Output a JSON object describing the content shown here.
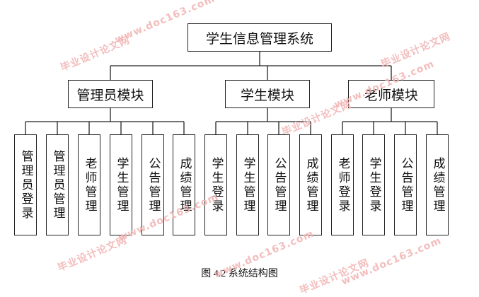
{
  "root": "学生信息管理系统",
  "modules": [
    {
      "title": "管理员模块",
      "children": [
        "管理员登录",
        "管理员管理",
        "老师管理",
        "学生管理",
        "公告管理",
        "成绩管理"
      ]
    },
    {
      "title": "学生模块",
      "children": [
        "学生登录",
        "学生管理",
        "公告管理",
        "成绩管理"
      ]
    },
    {
      "title": "老师模块",
      "children": [
        "老师登录",
        "学生登录",
        "公告管理",
        "成绩管理"
      ]
    }
  ],
  "caption": "图 4.2 系统结构图",
  "watermarks": [
    "毕业设计论文网",
    "www.doc163.com",
    "毕业设计论文网",
    "www.doc163.com",
    "毕业设计论文网",
    "www.doc163.com",
    "毕业设计论文网",
    "www.doc163.com",
    "毕业设计论文网",
    "www.doc163.com"
  ]
}
